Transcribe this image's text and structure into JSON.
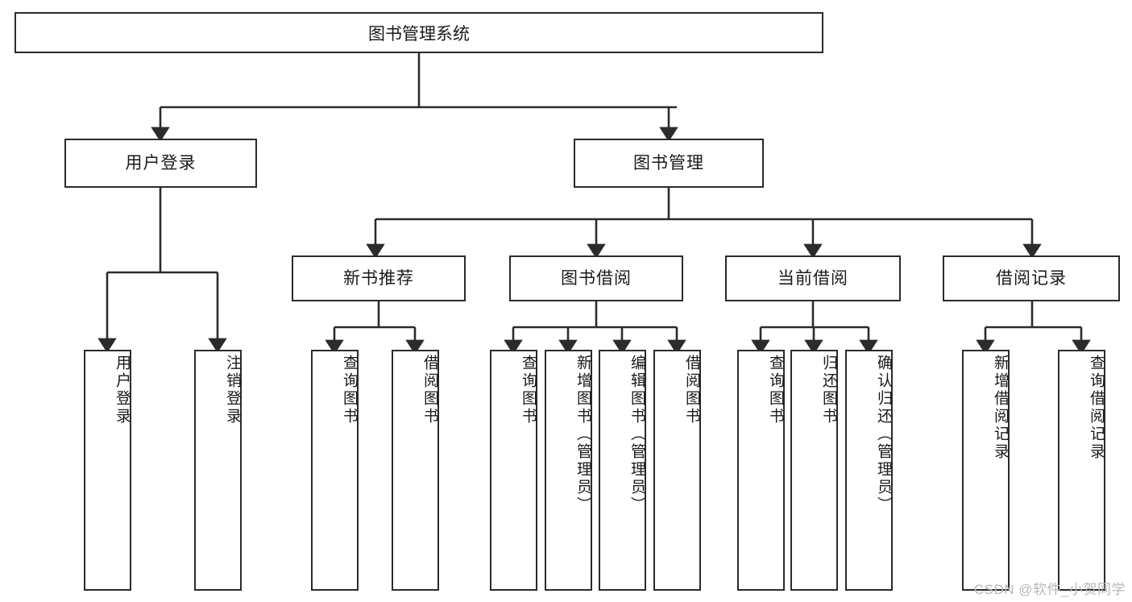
{
  "diagram": {
    "title": "图书管理系统",
    "type": "tree-hierarchy-diagram",
    "root": {
      "label": "图书管理系统"
    },
    "level2": [
      {
        "id": "user-login",
        "label": "用户登录"
      },
      {
        "id": "book-management",
        "label": "图书管理"
      }
    ],
    "level3": [
      {
        "id": "new-book-recommend",
        "label": "新书推荐",
        "parent": "book-management"
      },
      {
        "id": "book-borrow",
        "label": "图书借阅",
        "parent": "book-management"
      },
      {
        "id": "current-borrow",
        "label": "当前借阅",
        "parent": "book-management"
      },
      {
        "id": "borrow-record",
        "label": "借阅记录",
        "parent": "book-management"
      }
    ],
    "leaves": {
      "user_login": [
        {
          "id": "leaf-user-login",
          "label": "用户登录"
        },
        {
          "id": "leaf-logout-login",
          "label": "注销登录"
        }
      ],
      "new_book_recommend": [
        {
          "id": "leaf-query-book-1",
          "label": "查询图书"
        },
        {
          "id": "leaf-borrow-book-1",
          "label": "借阅图书"
        }
      ],
      "book_borrow": [
        {
          "id": "leaf-query-book-2",
          "label": "查询图书"
        },
        {
          "id": "leaf-add-book",
          "label": "新增图书（管理员）"
        },
        {
          "id": "leaf-edit-book",
          "label": "编辑图书（管理员）"
        },
        {
          "id": "leaf-borrow-book-2",
          "label": "借阅图书"
        }
      ],
      "current_borrow": [
        {
          "id": "leaf-query-book-3",
          "label": "查询图书"
        },
        {
          "id": "leaf-return-book",
          "label": "归还图书"
        },
        {
          "id": "leaf-confirm-return",
          "label": "确认归还（管理员）"
        }
      ],
      "borrow_record": [
        {
          "id": "leaf-add-record",
          "label": "新增借阅记录"
        },
        {
          "id": "leaf-query-record",
          "label": "查询借阅记录"
        }
      ]
    },
    "colors": {
      "stroke": "#2b2b2b",
      "fill": "#ffffff",
      "text": "#1a1a1a",
      "watermark": "#b8b8b8"
    }
  },
  "watermark": {
    "text": "CSDN @软件_小贺同学"
  }
}
